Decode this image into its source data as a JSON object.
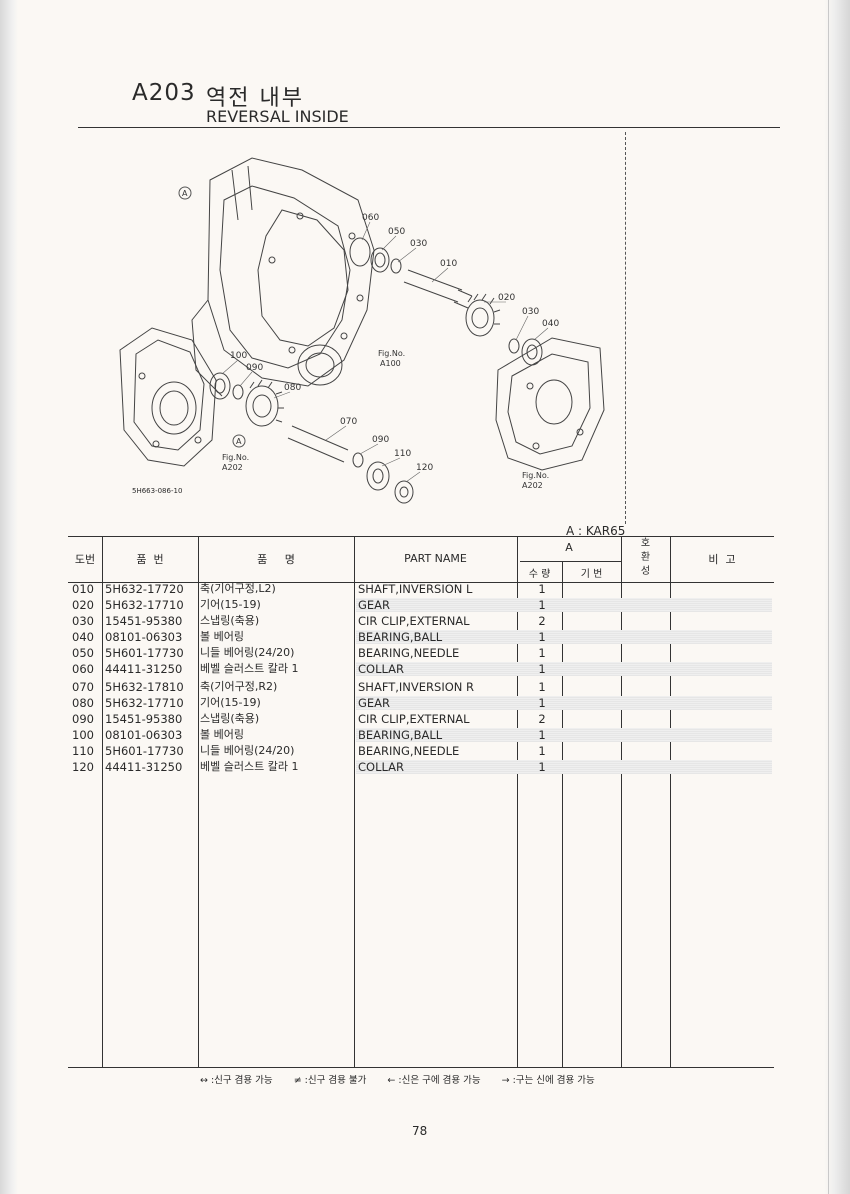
{
  "header": {
    "code": "A203",
    "title_ko": "역전 내부",
    "title_en": "REVERSAL INSIDE"
  },
  "diagram": {
    "drawing_code": "5H663-086-10",
    "mark_a": "A",
    "fig_refs": [
      {
        "fig": "Fig.No.",
        "num": "A100"
      },
      {
        "fig": "Fig.No.",
        "num": "A202"
      },
      {
        "fig": "Fig.No.",
        "num": "A202"
      }
    ],
    "callouts": [
      "060",
      "050",
      "030",
      "010",
      "020",
      "030",
      "040",
      "100",
      "090",
      "080",
      "070",
      "090",
      "110",
      "120"
    ]
  },
  "variant_note": "A : KAR65",
  "table": {
    "headers": {
      "no": "도번",
      "part_no": "품  번",
      "name_ko": "품     명",
      "part_name": "PART NAME",
      "variant": "A",
      "qty": "수 량",
      "base_no": "기 번",
      "compat_1": "호",
      "compat_2": "환",
      "compat_3": "성",
      "remarks": "비  고"
    },
    "rows": [
      {
        "no": "010",
        "part_no": "5H632-17720",
        "name_ko": "축(기어구정,L2)",
        "part_name": "SHAFT,INVERSION L",
        "qty": "1"
      },
      {
        "no": "020",
        "part_no": "5H632-17710",
        "name_ko": "기어(15-19)",
        "part_name": "GEAR",
        "qty": "1"
      },
      {
        "no": "030",
        "part_no": "15451-95380",
        "name_ko": "스냅링(축용)",
        "part_name": "CIR CLIP,EXTERNAL",
        "qty": "2"
      },
      {
        "no": "040",
        "part_no": "08101-06303",
        "name_ko": "볼 베어링",
        "part_name": "BEARING,BALL",
        "qty": "1"
      },
      {
        "no": "050",
        "part_no": "5H601-17730",
        "name_ko": "니들 베어링(24/20)",
        "part_name": "BEARING,NEEDLE",
        "qty": "1"
      },
      {
        "no": "060",
        "part_no": "44411-31250",
        "name_ko": "베벨 슬러스트 칼라 1",
        "part_name": "COLLAR",
        "qty": "1"
      },
      {
        "no": "070",
        "part_no": "5H632-17810",
        "name_ko": "축(기어구정,R2)",
        "part_name": "SHAFT,INVERSION R",
        "qty": "1"
      },
      {
        "no": "080",
        "part_no": "5H632-17710",
        "name_ko": "기어(15-19)",
        "part_name": "GEAR",
        "qty": "1"
      },
      {
        "no": "090",
        "part_no": "15451-95380",
        "name_ko": "스냅링(축용)",
        "part_name": "CIR CLIP,EXTERNAL",
        "qty": "2"
      },
      {
        "no": "100",
        "part_no": "08101-06303",
        "name_ko": "볼 베어링",
        "part_name": "BEARING,BALL",
        "qty": "1"
      },
      {
        "no": "110",
        "part_no": "5H601-17730",
        "name_ko": "니들 베어링(24/20)",
        "part_name": "BEARING,NEEDLE",
        "qty": "1"
      },
      {
        "no": "120",
        "part_no": "44411-31250",
        "name_ko": "베벨 슬러스트 칼라 1",
        "part_name": "COLLAR",
        "qty": "1"
      }
    ]
  },
  "legend": [
    "↔ :신구 겸용 가능",
    "≠ :신구 겸용 불가",
    "← :신은 구에 겸용 가능",
    "→ :구는 신에 겸용 가능"
  ],
  "page_number": "78"
}
